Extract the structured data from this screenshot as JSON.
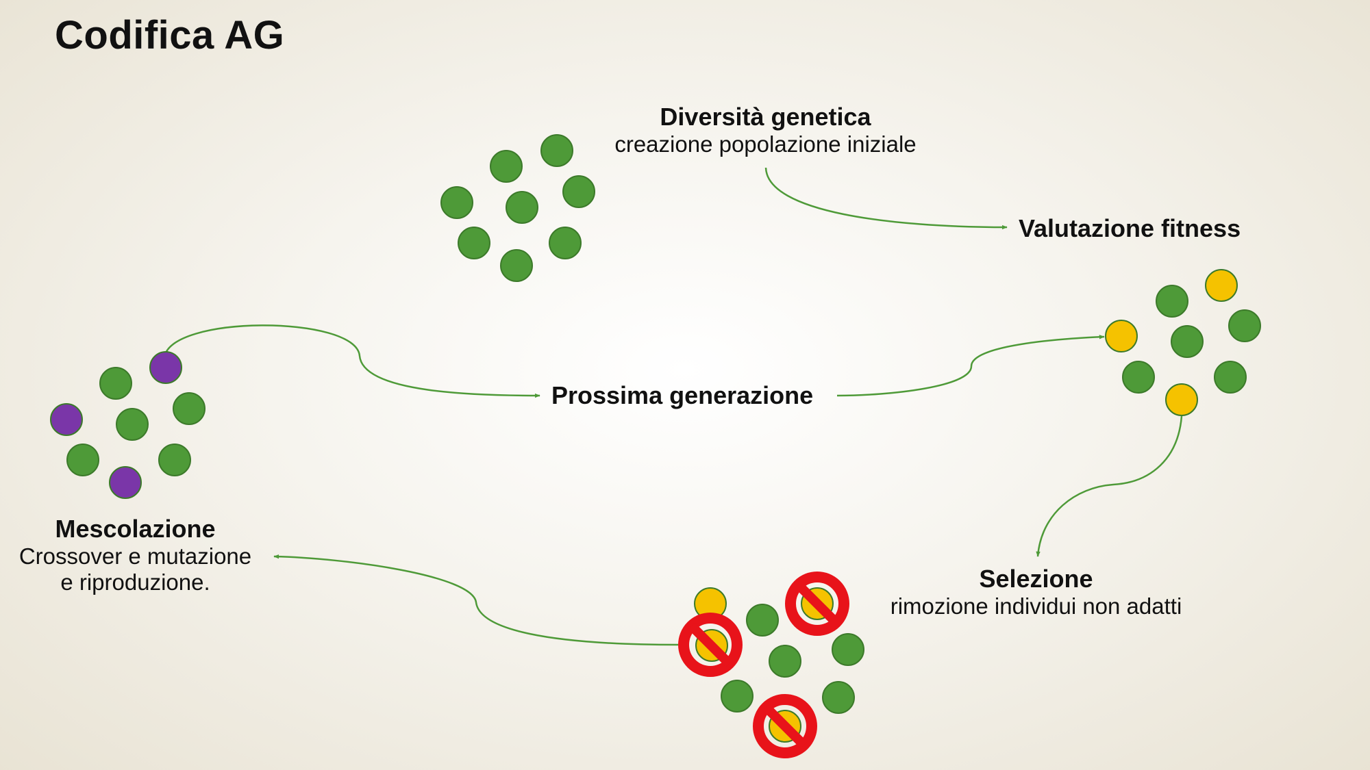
{
  "title": "Codifica AG",
  "colors": {
    "individual_fit": "#4e9a38",
    "individual_unfit": "#f5c200",
    "individual_new": "#7a36a8",
    "circle_stroke": "#3c7a2a",
    "arrow": "#4e9a38",
    "prohibit": "#e8131a"
  },
  "stages": {
    "diversity": {
      "label": "Diversità genetica",
      "description": "creazione popolazione iniziale"
    },
    "fitness": {
      "label": "Valutazione fitness"
    },
    "selection": {
      "label": "Selezione",
      "description": "rimozione individui non adatti"
    },
    "mixing": {
      "label": "Mescolazione",
      "description_line1": "Crossover e mutazione",
      "description_line2": "e riproduzione."
    },
    "next_generation": {
      "label": "Prossima generazione"
    }
  },
  "icons": {
    "removed_marker": "prohibited-icon"
  }
}
